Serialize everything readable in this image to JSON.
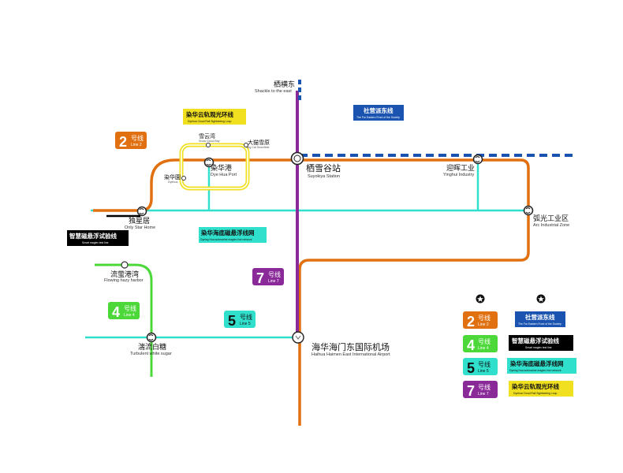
{
  "colors": {
    "line2": "#e07010",
    "line4": "#4cd838",
    "line5": "#30e0cc",
    "line7": "#8a2a98",
    "loop": "#f0e020",
    "east_blue": "#1a54b0",
    "black": "#000000"
  },
  "lines": {
    "line2": {
      "num": "2",
      "cn": "号线",
      "en": "Line 2"
    },
    "line4": {
      "num": "4",
      "cn": "号线",
      "en": "Line 4"
    },
    "line5": {
      "num": "5",
      "cn": "号线",
      "en": "Line 5"
    },
    "line7": {
      "num": "7",
      "cn": "号线",
      "en": "Line 7"
    },
    "east": {
      "cn": "社营派东线",
      "en": "The Far Eastern Front of the Society"
    },
    "maglev_test": {
      "cn": "智慧磁悬浮试验线",
      "en": "Smart maglev test line"
    },
    "maglev_sea": {
      "cn": "染华海底磁悬浮线网",
      "en": "Dyeing Hua submarine maglev line network"
    },
    "cloud_loop": {
      "cn": "染华云轨观光环线",
      "en": "Dyehua Cloud Rail Sightseeing Loop"
    }
  },
  "stations": {
    "qiheng": {
      "cn": "栖横东",
      "en": "Shackle to the east"
    },
    "qixuegu": {
      "cn": "栖雪谷站",
      "en": "Suyokiya Station"
    },
    "yinghui": {
      "cn": "迎晖工业",
      "en": "Yinghui Industry"
    },
    "ranhua_port": {
      "cn": "染华港",
      "en": "Dye Hua Port"
    },
    "xueyun": {
      "cn": "雪云湾",
      "en": "Snow Cloud Bay"
    },
    "damao": {
      "cn": "大猫雪原",
      "en": "Big Cat Snowfield"
    },
    "ranhua_garden": {
      "cn": "染华園",
      "en": "Dyehua"
    },
    "duxing": {
      "cn": "独星居",
      "en": "Only Star Home"
    },
    "huguang": {
      "cn": "弧光工业区",
      "en": "Arc Industrial Zone"
    },
    "liuying": {
      "cn": "流萤港湾",
      "en": "Flowing hazy harbor"
    },
    "tuanliu": {
      "cn": "湍流白糖",
      "en": "Turbulent white sugar"
    },
    "haihua": {
      "cn": "海华海门东国际机场",
      "en": "Haihua Haimen East International Airport"
    }
  },
  "legend_icons": [
    "star-icon",
    "star-icon"
  ]
}
